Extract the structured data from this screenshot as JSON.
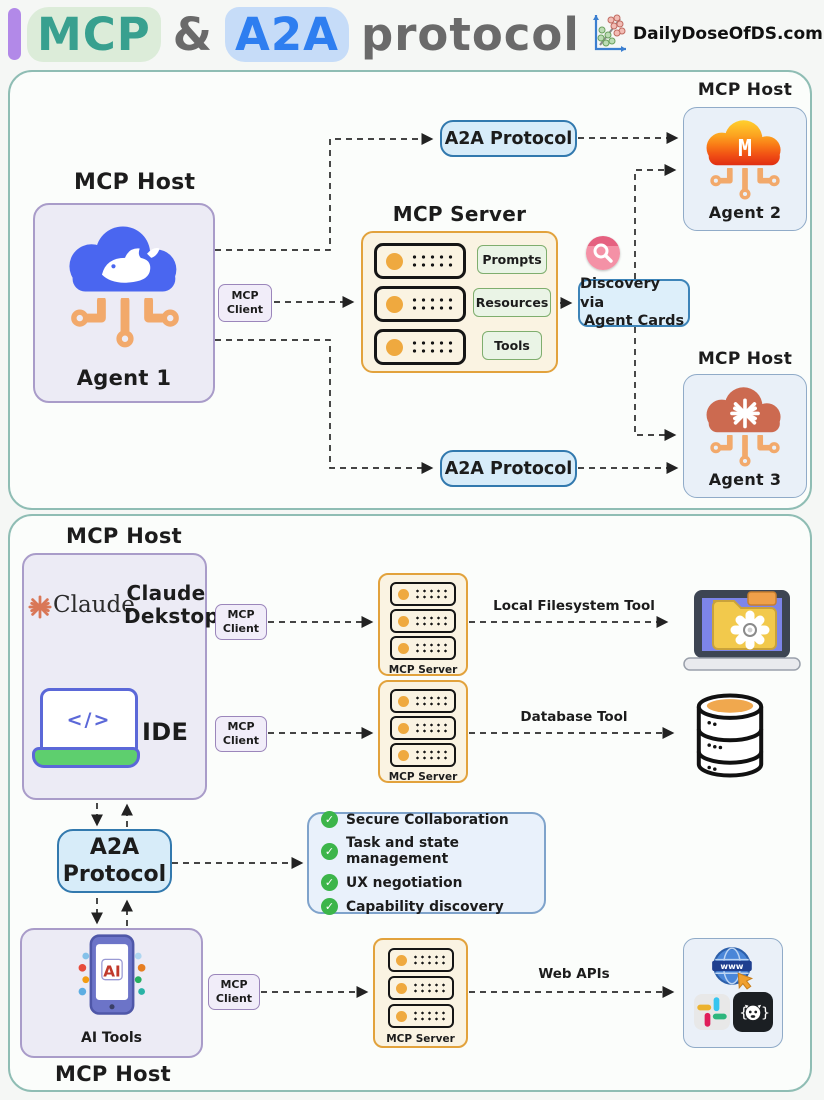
{
  "header": {
    "title": {
      "mcp": "MCP",
      "amp": "&",
      "a2a": "A2A",
      "protocol": "protocol"
    },
    "brand": "DailyDoseOfDS.com"
  },
  "labels": {
    "mcp_host": "MCP Host",
    "mcp_client_line1": "MCP",
    "mcp_client_line2": "Client",
    "mcp_server": "MCP Server",
    "a2a_protocol": "A2A Protocol",
    "check_glyph": "✓"
  },
  "top": {
    "agent1": "Agent 1",
    "agent2": "Agent 2",
    "agent3": "Agent 3",
    "agent2_letter": "M",
    "capabilities": [
      "Prompts",
      "Resources",
      "Tools"
    ],
    "discovery_line1": "Discovery via",
    "discovery_line2": "Agent Cards"
  },
  "bottom": {
    "claude_wordmark": "Claude",
    "claude_desktop_line1": "Claude",
    "claude_desktop_line2": "Dekstop",
    "ide_label": "IDE",
    "ide_code": "</>",
    "a2a_line1": "A2A",
    "a2a_line2": "Protocol",
    "features": [
      "Secure Collaboration",
      "Task and state management",
      "UX negotiation",
      "Capability discovery"
    ],
    "ai_tools": "AI Tools",
    "ai_screen": "AI",
    "globe_www": "www",
    "arrows": {
      "filesystem": "Local Filesystem Tool",
      "database": "Database Tool",
      "web": "Web APIs"
    }
  },
  "colors": {
    "accent_purple": "#b289e8",
    "title_teal": "#38a08f",
    "title_blue": "#2e7ef0",
    "section_border": "#8fbdb4",
    "host_fill": "#ecebf5",
    "host_border": "#a99cc9",
    "agent_fill": "#e9f0f8",
    "server_fill": "#faf3e2",
    "server_border": "#e2a23c",
    "capability_fill": "#eaf4e6",
    "capability_border": "#7fae6e",
    "protocol_fill": "#d7ecf9",
    "protocol_border": "#3279ae",
    "check_green": "#3cb54a",
    "deepseek_blue": "#4a66f0",
    "claude_terracotta": "#cc6a50",
    "claude_logo_orange": "#d97757",
    "circuit_orange": "#f2a96b"
  }
}
